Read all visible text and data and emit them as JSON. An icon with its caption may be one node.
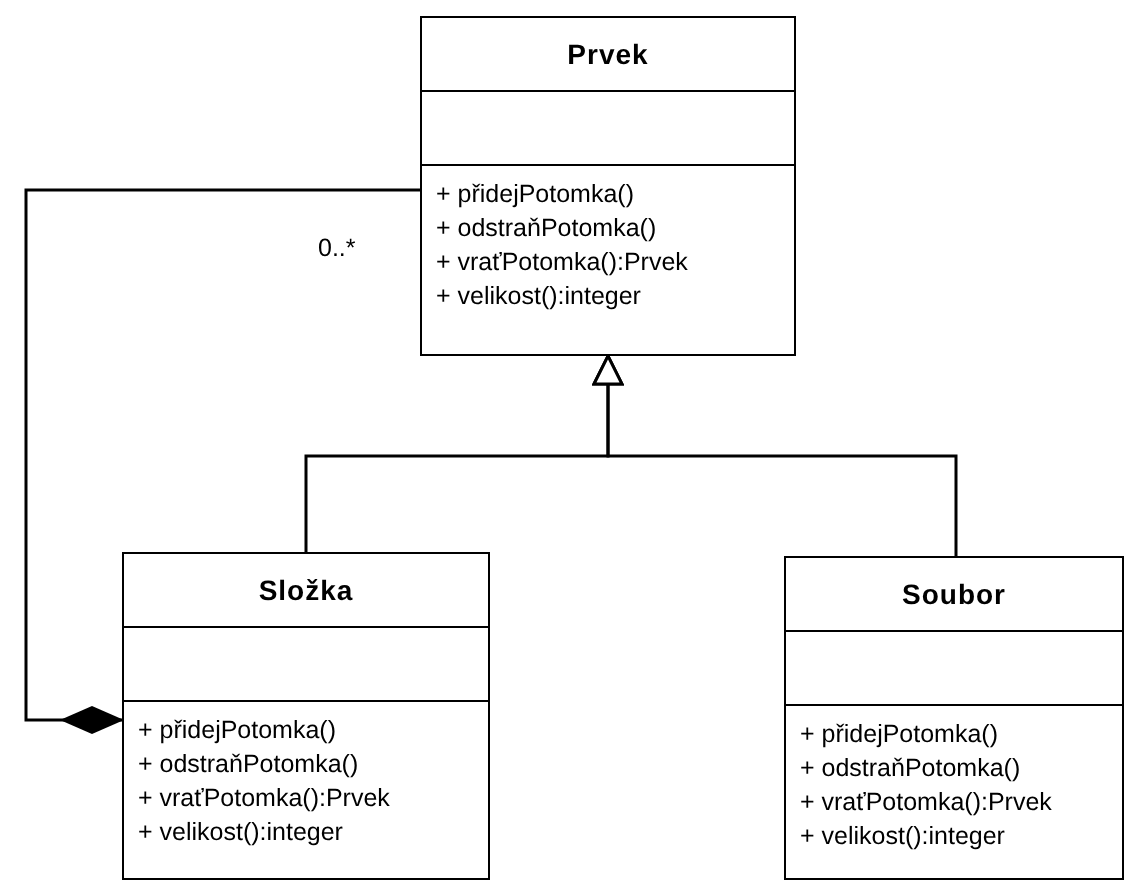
{
  "diagram": {
    "nodes": [
      {
        "text": [
          "Prvek",
          "+ přidejPotomka()",
          "+ odstraňPotomka()",
          "+ vraťPotomka():Prvek",
          "+ velikost():integer"
        ]
      },
      {
        "text": [
          "Složka",
          "+ přidejPotomka()",
          "+ odstraňPotomka()",
          "+ vraťPotomka():Prvek",
          "+ velikost():integer"
        ]
      },
      {
        "text": [
          "Soubor",
          "+ přidejPotomka()",
          "+ odstraňPotomka()",
          "+ vraťPotomka():Prvek",
          "+ velikost():integer"
        ]
      }
    ],
    "edges": [
      {
        "from": 1,
        "to": 0,
        "arrow": "to"
      },
      {
        "from": 2,
        "to": 0,
        "arrow": "to"
      },
      {
        "from": 1,
        "to": 0,
        "arrow": "other",
        "label": "0..*"
      }
    ]
  }
}
